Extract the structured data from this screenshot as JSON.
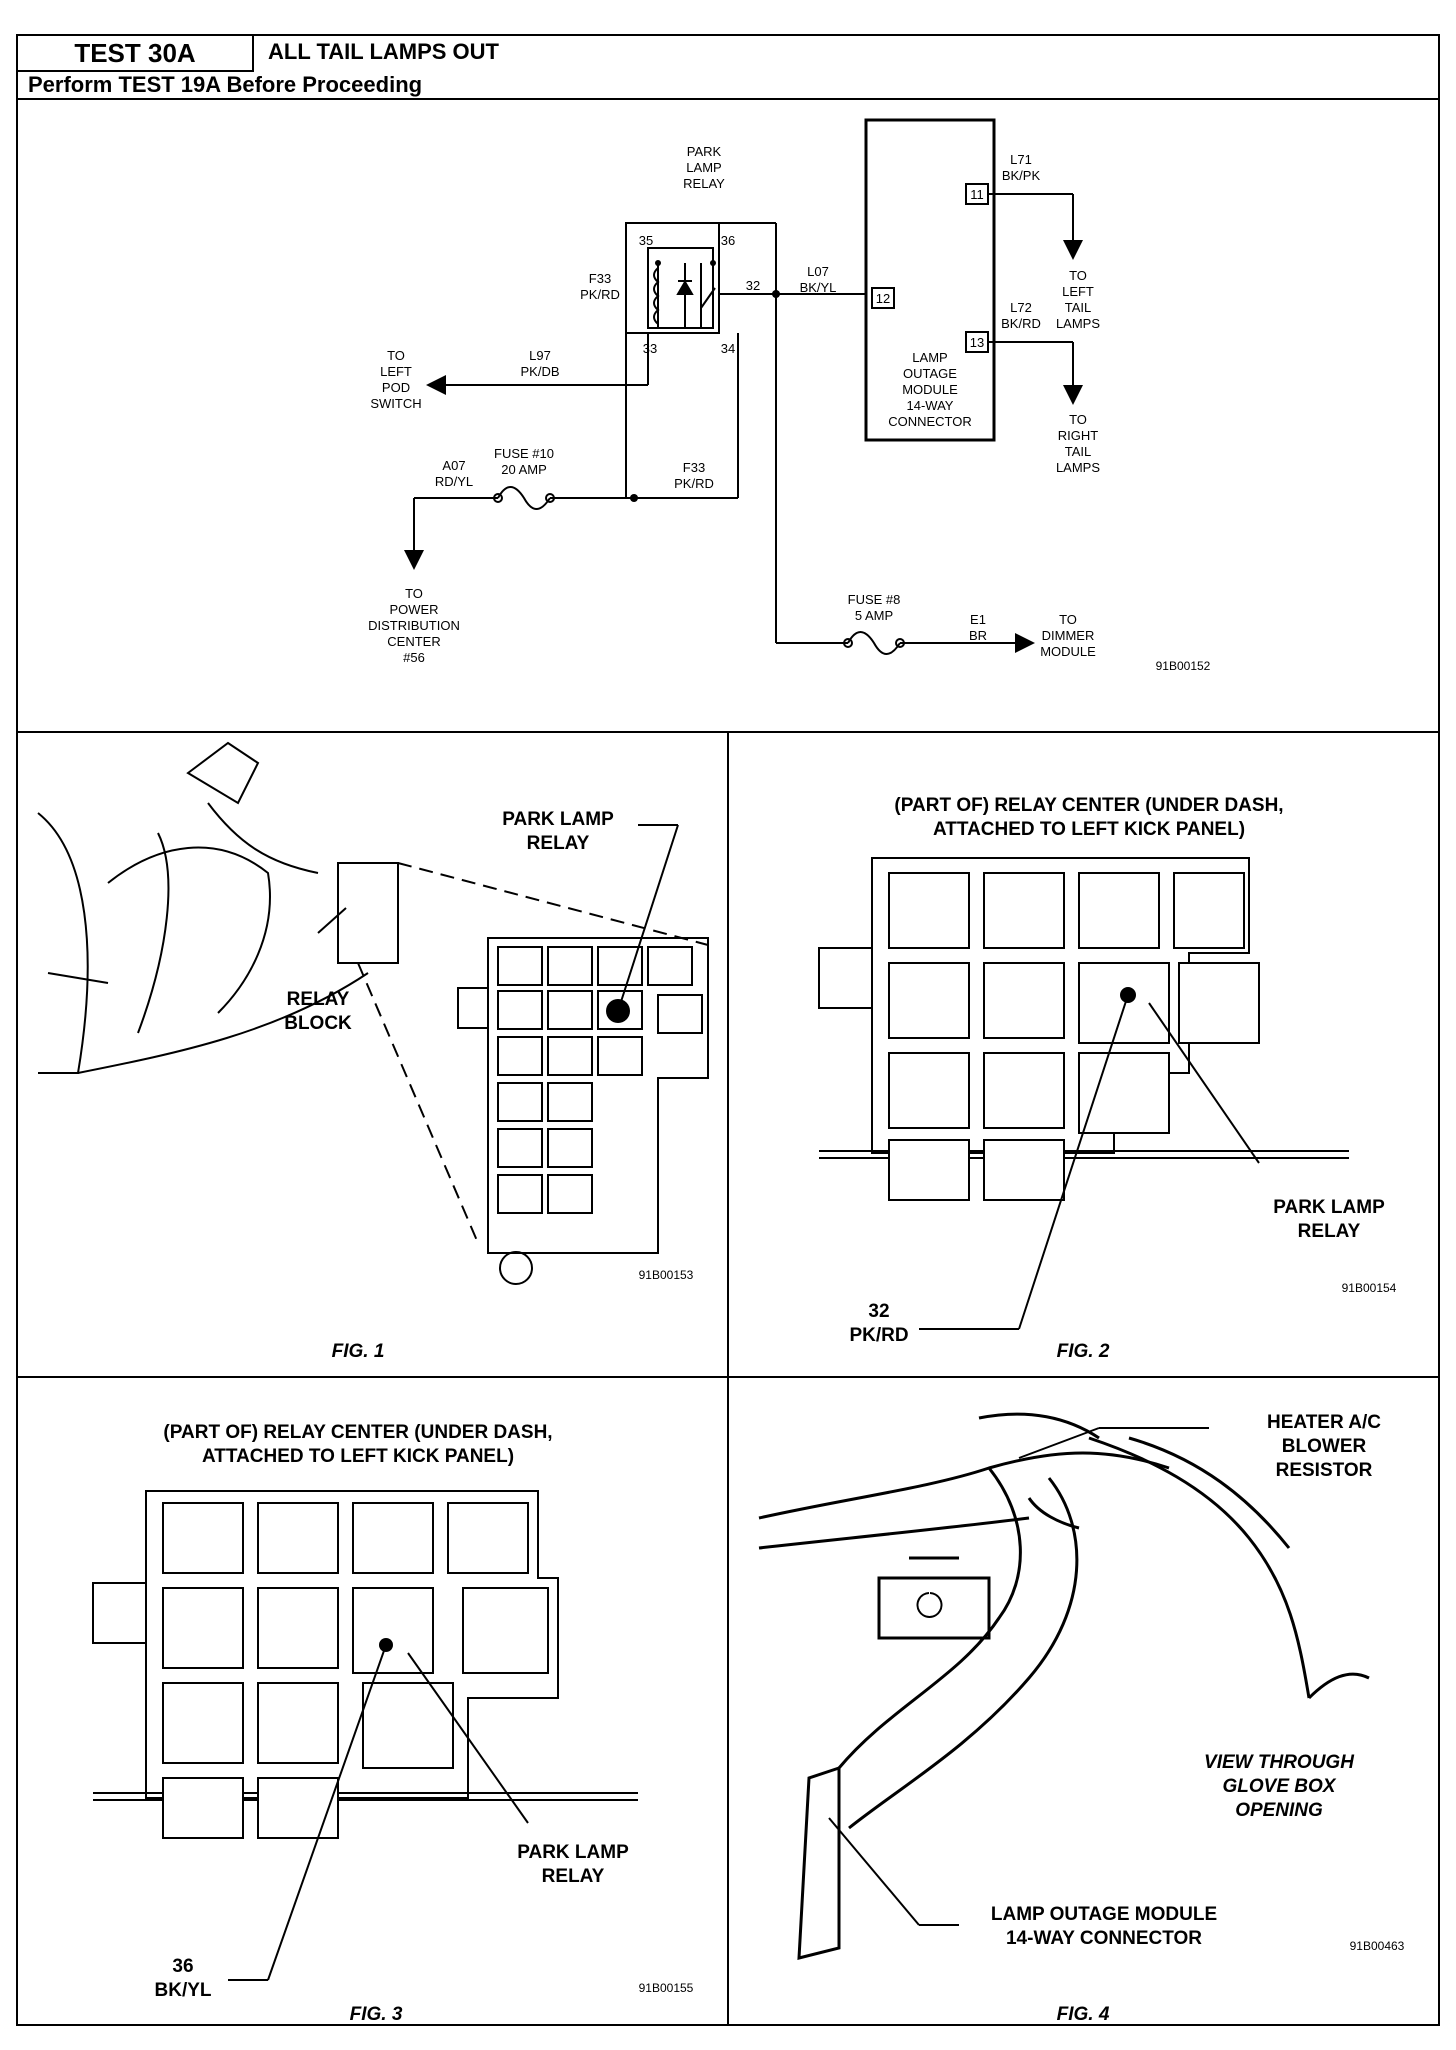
{
  "header": {
    "test_id": "TEST 30A",
    "title": "ALL TAIL LAMPS OUT",
    "subtitle": "Perform TEST 19A Before Proceeding"
  },
  "schematic": {
    "relay_label": [
      "PARK",
      "LAMP",
      "RELAY"
    ],
    "pin_35": "35",
    "pin_36": "36",
    "pin_32": "32",
    "pin_33": "33",
    "pin_34": "34",
    "f33_a": [
      "F33",
      "PK/RD"
    ],
    "l07": [
      "L07",
      "BK/YL"
    ],
    "l71": [
      "L71",
      "BK/PK"
    ],
    "l72": [
      "L72",
      "BK/RD"
    ],
    "pin_11": "11",
    "pin_12": "12",
    "pin_13": "13",
    "to_left_tail": [
      "TO",
      "LEFT",
      "TAIL",
      "LAMPS"
    ],
    "to_right_tail": [
      "TO",
      "RIGHT",
      "TAIL",
      "LAMPS"
    ],
    "module": [
      "LAMP",
      "OUTAGE",
      "MODULE",
      "14-WAY",
      "CONNECTOR"
    ],
    "l97": [
      "L97",
      "PK/DB"
    ],
    "to_pod": [
      "TO",
      "LEFT",
      "POD",
      "SWITCH"
    ],
    "a07": [
      "A07",
      "RD/YL"
    ],
    "fuse10": [
      "FUSE #10",
      "20 AMP"
    ],
    "f33_b": [
      "F33",
      "PK/RD"
    ],
    "to_pdc": [
      "TO",
      "POWER",
      "DISTRIBUTION",
      "CENTER",
      "#56"
    ],
    "fuse8": [
      "FUSE #8",
      "5 AMP"
    ],
    "e1": [
      "E1",
      "BR"
    ],
    "to_dimmer": [
      "TO",
      "DIMMER",
      "MODULE"
    ],
    "code": "91B00152"
  },
  "fig1": {
    "park_lamp_relay": [
      "PARK LAMP",
      "RELAY"
    ],
    "relay_block": [
      "RELAY",
      "BLOCK"
    ],
    "code": "91B00153",
    "caption": "FIG. 1"
  },
  "fig2": {
    "heading": [
      "(PART OF) RELAY CENTER (UNDER DASH,",
      "ATTACHED TO LEFT KICK PANEL)"
    ],
    "park_lamp_relay": [
      "PARK LAMP",
      "RELAY"
    ],
    "wire": [
      "32",
      "PK/RD"
    ],
    "code": "91B00154",
    "caption": "FIG. 2"
  },
  "fig3": {
    "heading": [
      "(PART OF) RELAY CENTER (UNDER DASH,",
      "ATTACHED TO LEFT KICK PANEL)"
    ],
    "park_lamp_relay": [
      "PARK LAMP",
      "RELAY"
    ],
    "wire": [
      "36",
      "BK/YL"
    ],
    "code": "91B00155",
    "caption": "FIG. 3"
  },
  "fig4": {
    "heater": [
      "HEATER A/C",
      "BLOWER",
      "RESISTOR"
    ],
    "view": [
      "VIEW THROUGH",
      "GLOVE BOX",
      "OPENING"
    ],
    "module": [
      "LAMP OUTAGE MODULE",
      "14-WAY CONNECTOR"
    ],
    "code": "91B00463",
    "caption": "FIG. 4"
  }
}
